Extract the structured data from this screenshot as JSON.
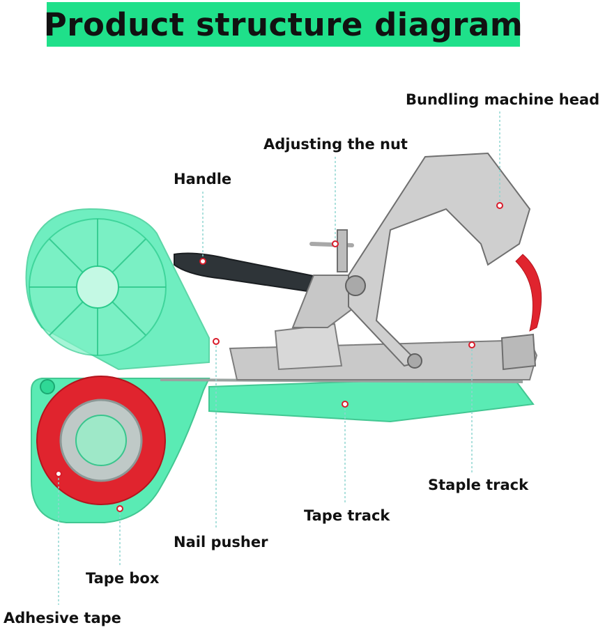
{
  "title": "Product structure diagram",
  "colors": {
    "banner": "#1fe08a",
    "plastic_green": "#3ee8a8",
    "metal": "#c9c9c9",
    "handle_grip": "#2e3438",
    "tape_red": "#e0242e",
    "marker": "#d81b2a"
  },
  "labels": {
    "bundling_machine_head": "Bundling machine head",
    "adjusting_the_nut": "Adjusting the nut",
    "handle": "Handle",
    "staple_track": "Staple track",
    "tape_track": "Tape track",
    "nail_pusher": "Nail pusher",
    "tape_box": "Tape box",
    "adhesive_tape": "Adhesive tape"
  }
}
